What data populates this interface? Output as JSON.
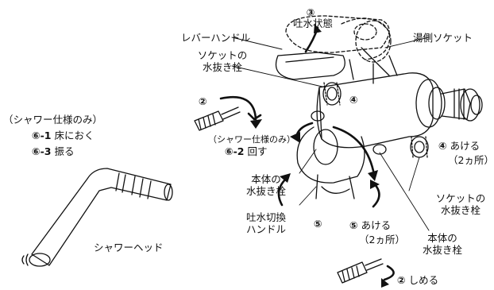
{
  "labels": {
    "step3_num": "③",
    "step3_text": "吐水状態",
    "lever_handle": "レバーハンドル",
    "socket_drain_line1": "ソケットの",
    "socket_drain_line2": "水抜き栓",
    "hot_socket": "湯側ソケット",
    "step2_num": "②",
    "step4_num": "④",
    "shower_only": "（シャワー仕様のみ）",
    "s6_1_num": "⑥",
    "s6_1_sub": "-1",
    "s6_1_text": "床におく",
    "s6_3_num": "⑥",
    "s6_3_sub": "-3",
    "s6_3_text": "振る",
    "shower_only_small": "（シャワー仕様のみ）",
    "s6_2_num": "⑥",
    "s6_2_sub": "-2",
    "s6_2_text": "回す",
    "step4_open": "あける",
    "two_places": "（2ヵ所）",
    "body_drain_line1": "本体の",
    "body_drain_line2": "水抜き栓",
    "spout_switch_line1": "吐水切換",
    "spout_switch_line2": "ハンドル",
    "socket_drain_right_line1": "ソケットの",
    "socket_drain_right_line2": "水抜き栓",
    "step5_num": "⑤",
    "step5_open": "あける",
    "two_places_b": "（2ヵ所）",
    "body_drain_right_line1": "本体の",
    "body_drain_right_line2": "水抜き栓",
    "shower_head": "シャワーヘッド",
    "step2_close": "しめる"
  }
}
